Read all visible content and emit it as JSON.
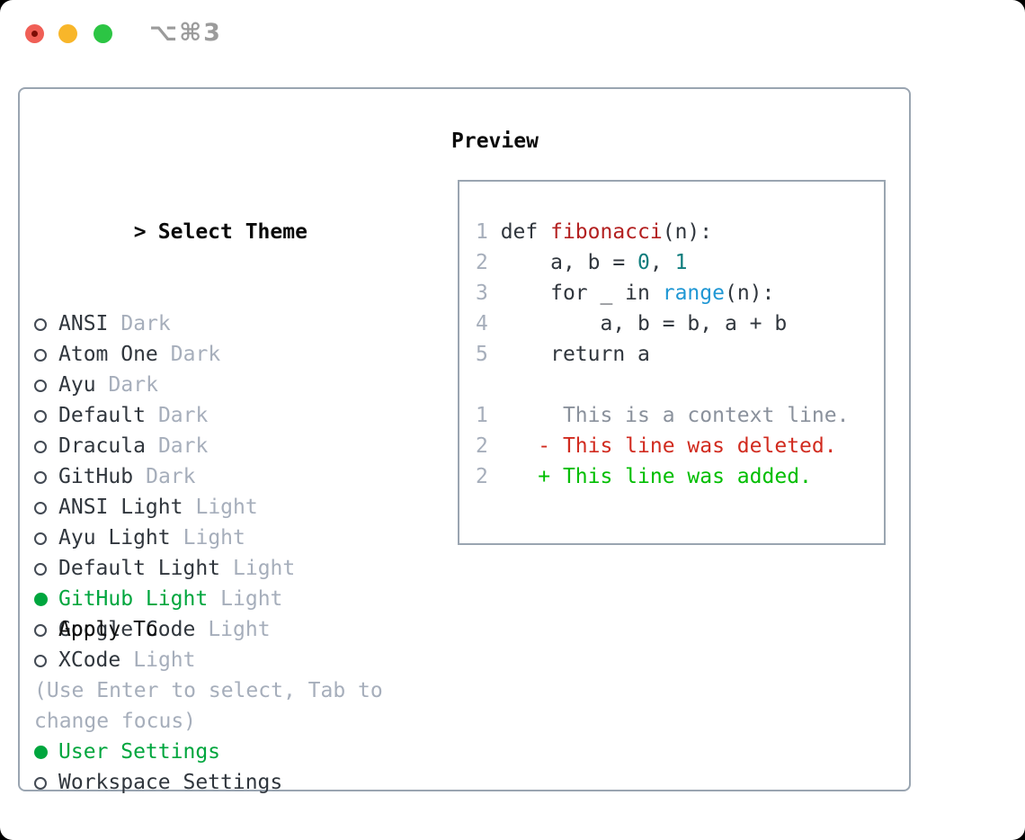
{
  "window": {
    "shortcut_label": "⌥⌘3",
    "traffic_lights": [
      "close-button",
      "minimize-button",
      "zoom-button"
    ]
  },
  "colors": {
    "accent_green": "#00a63e",
    "added_green": "#00be00",
    "deleted_red": "#d12b1f",
    "function_red": "#b32020",
    "number_teal": "#0e7c7c",
    "builtin_blue": "#1f97d4",
    "muted_gray": "#a6aebb",
    "text_dark": "#30363d",
    "panel_border": "#9aa5b1"
  },
  "theme_selector": {
    "prompt_char": ">",
    "title": "Select Theme",
    "radio_unselected_icon": "circle-outline-icon",
    "radio_selected_icon": "circle-filled-icon",
    "items": [
      {
        "name": "ANSI",
        "variant": "Dark",
        "selected": false
      },
      {
        "name": "Atom One",
        "variant": "Dark",
        "selected": false
      },
      {
        "name": "Ayu",
        "variant": "Dark",
        "selected": false
      },
      {
        "name": "Default",
        "variant": "Dark",
        "selected": false
      },
      {
        "name": "Dracula",
        "variant": "Dark",
        "selected": false
      },
      {
        "name": "GitHub",
        "variant": "Dark",
        "selected": false
      },
      {
        "name": "ANSI Light",
        "variant": "Light",
        "selected": false
      },
      {
        "name": "Ayu Light",
        "variant": "Light",
        "selected": false
      },
      {
        "name": "Default Light",
        "variant": "Light",
        "selected": false
      },
      {
        "name": "GitHub Light",
        "variant": "Light",
        "selected": true
      },
      {
        "name": "Google Code",
        "variant": "Light",
        "selected": false
      },
      {
        "name": "XCode",
        "variant": "Light",
        "selected": false
      }
    ]
  },
  "apply_to": {
    "title": "Apply To",
    "options": [
      {
        "label": "User Settings",
        "selected": true
      },
      {
        "label": "Workspace Settings",
        "selected": false
      }
    ]
  },
  "hint": "(Use Enter to select, Tab to change focus)",
  "preview": {
    "title": "Preview",
    "code_lines": [
      {
        "num": "1",
        "tokens": [
          {
            "t": "def ",
            "c": "k"
          },
          {
            "t": "fibonacci",
            "c": "fn"
          },
          {
            "t": "(n):",
            "c": "k"
          }
        ]
      },
      {
        "num": "2",
        "tokens": [
          {
            "t": "    a, b = ",
            "c": "k"
          },
          {
            "t": "0",
            "c": "num"
          },
          {
            "t": ", ",
            "c": "k"
          },
          {
            "t": "1",
            "c": "num"
          }
        ]
      },
      {
        "num": "3",
        "tokens": [
          {
            "t": "    for _ in ",
            "c": "k"
          },
          {
            "t": "range",
            "c": "b"
          },
          {
            "t": "(n):",
            "c": "k"
          }
        ]
      },
      {
        "num": "4",
        "tokens": [
          {
            "t": "        a, b = b, a + b",
            "c": "k"
          }
        ]
      },
      {
        "num": "5",
        "tokens": [
          {
            "t": "    return a",
            "c": "k"
          }
        ]
      }
    ],
    "diff_lines": [
      {
        "num": "1",
        "tokens": [
          {
            "t": "     This is a context line.",
            "c": "ctx"
          }
        ]
      },
      {
        "num": "2",
        "tokens": [
          {
            "t": "   - This line was deleted.",
            "c": "del"
          }
        ]
      },
      {
        "num": "2",
        "tokens": [
          {
            "t": "   + This line was added.",
            "c": "add"
          }
        ]
      }
    ]
  }
}
